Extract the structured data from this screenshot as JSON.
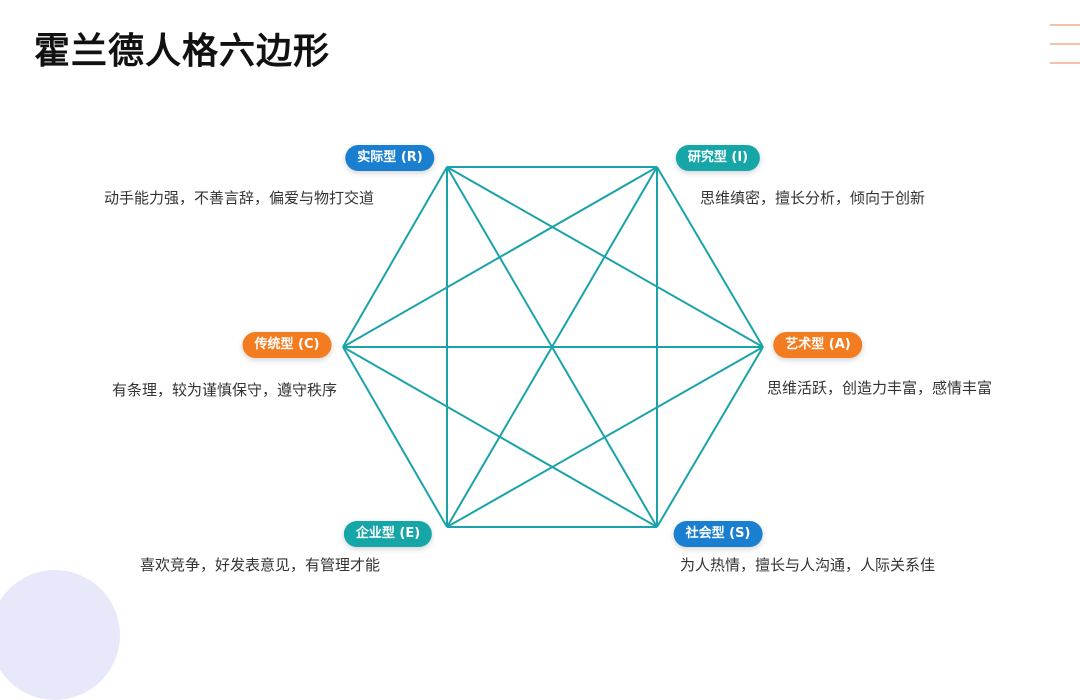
{
  "title": "霍兰德人格六边形",
  "colors": {
    "line": "#1aa3a8",
    "blue": "#1a7fd0",
    "teal": "#17a6a8",
    "orange": "#f47c20"
  },
  "nodes": {
    "realistic": {
      "label": "实际型 (R)",
      "desc": "动手能力强，不善言辞，偏爱与物打交道"
    },
    "investigative": {
      "label": "研究型 (I)",
      "desc": "思维缜密，擅长分析，倾向于创新"
    },
    "artistic": {
      "label": "艺术型 (A)",
      "desc": "思维活跃，创造力丰富，感情丰富"
    },
    "social": {
      "label": "社会型 (S)",
      "desc": "为人热情，擅长与人沟通，人际关系佳"
    },
    "enterprising": {
      "label": "企业型 (E)",
      "desc": "喜欢竞争，好发表意见，有管理才能"
    },
    "conventional": {
      "label": "传统型 (C)",
      "desc": "有条理，较为谨慎保守，遵守秩序"
    }
  }
}
